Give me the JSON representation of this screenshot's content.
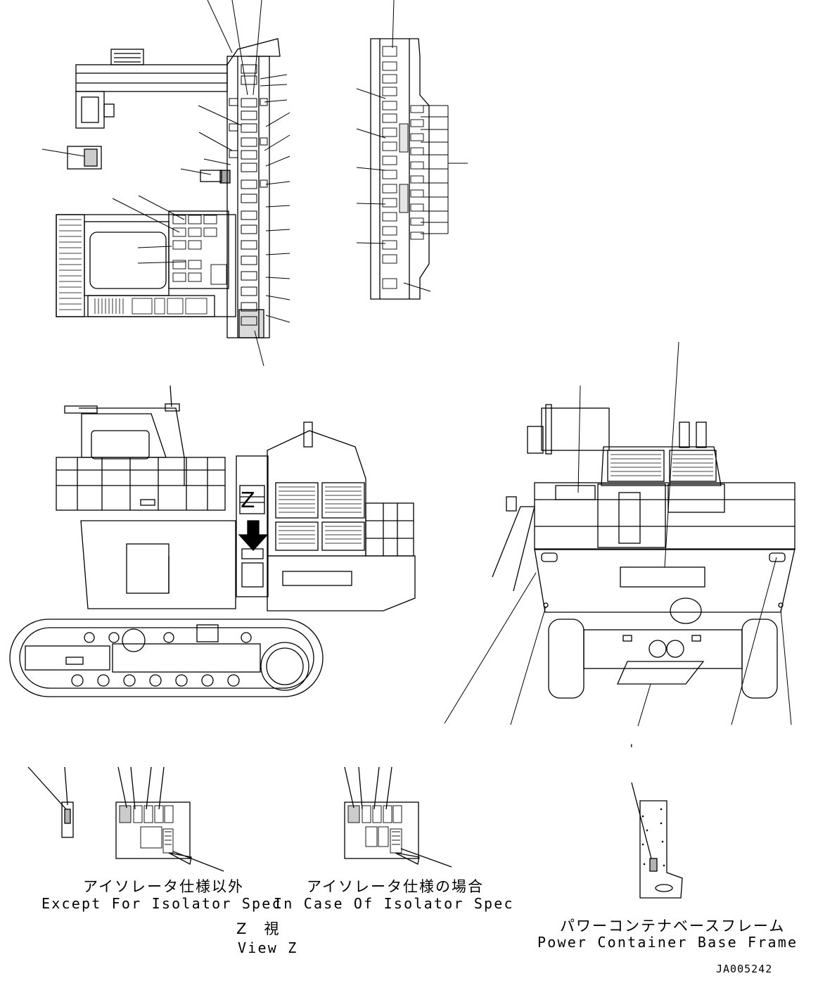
{
  "captions": {
    "except_isolator_jp": "アイソレータ仕様以外",
    "except_isolator_en": "Except For Isolator Spec",
    "isolator_case_jp": "アイソレータ仕様の場合",
    "isolator_case_en": "In Case Of Isolator Spec",
    "view_z_jp": "Z　視",
    "view_z_en": "View Z",
    "base_frame_jp": "パワーコンテナベースフレーム",
    "base_frame_en": "Power Container Base Frame",
    "drawing_number": "JA005242",
    "arrow_letter": "Z",
    "tick_mark": "'"
  },
  "colors": {
    "ink": "#000000",
    "paper": "#ffffff"
  }
}
